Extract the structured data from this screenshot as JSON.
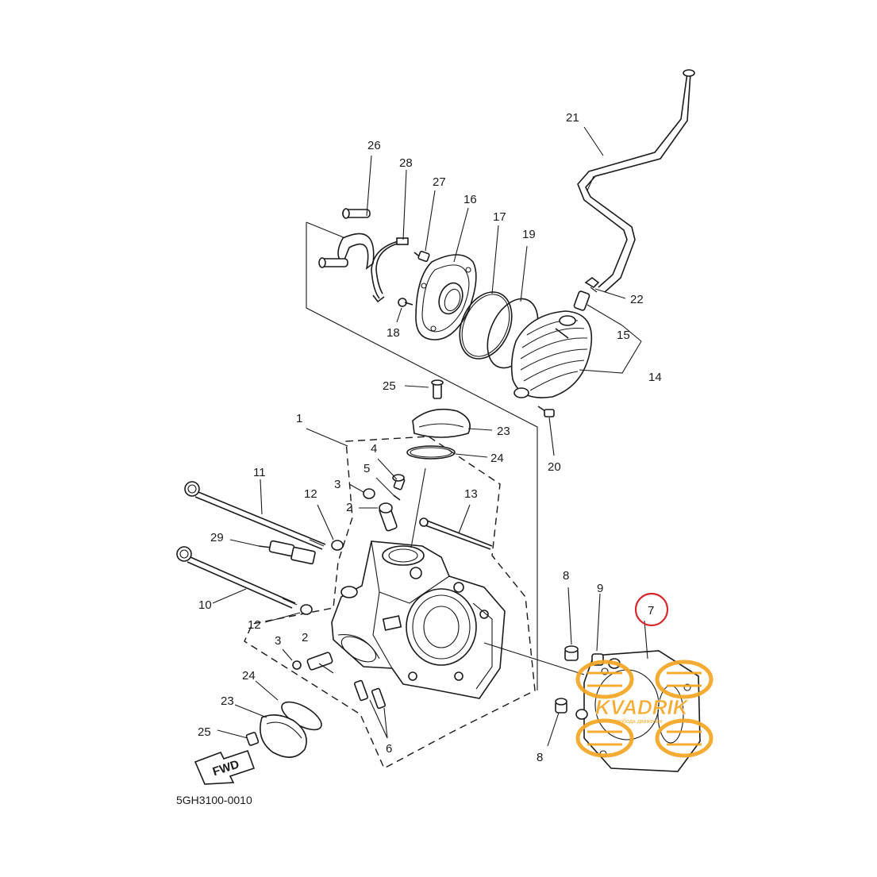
{
  "diagram": {
    "part_code": "5GH3100-0010",
    "highlighted_callout": "7",
    "fwd_label": "FWD",
    "callouts": {
      "c1": "1",
      "c2a": "2",
      "c2b": "2",
      "c3a": "3",
      "c3b": "3",
      "c4": "4",
      "c5": "5",
      "c6": "6",
      "c7": "7",
      "c8a": "8",
      "c8b": "8",
      "c9": "9",
      "c10": "10",
      "c11": "11",
      "c12a": "12",
      "c12b": "12",
      "c13": "13",
      "c14": "14",
      "c15": "15",
      "c16": "16",
      "c17": "17",
      "c18": "18",
      "c19": "19",
      "c20": "20",
      "c21": "21",
      "c22": "22",
      "c23a": "23",
      "c23b": "23",
      "c24a": "24",
      "c24b": "24",
      "c25a": "25",
      "c25b": "25",
      "c26": "26",
      "c27": "27",
      "c28": "28",
      "c29": "29"
    }
  },
  "watermark": {
    "brand": "KVADRIK",
    "tagline": "свобода движения",
    "color": "#f5a623"
  },
  "colors": {
    "line": "#1a1a1a",
    "highlight": "#d9252c"
  }
}
